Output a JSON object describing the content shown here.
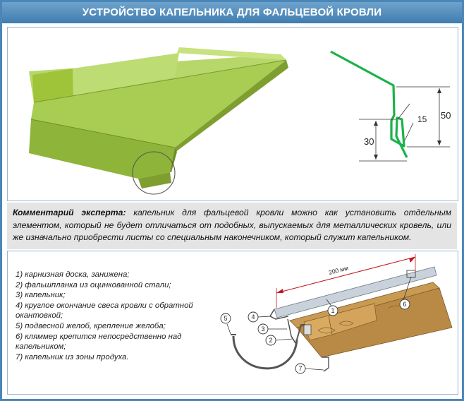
{
  "header": {
    "title": "УСТРОЙСТВО КАПЕЛЬНИКА ДЛЯ ФАЛЬЦЕВОЙ КРОВЛИ"
  },
  "profile": {
    "dim_50": "50",
    "dim_15": "15",
    "dim_30": "30"
  },
  "comment": {
    "lead": "Комментарий эксперта:",
    "text": " капельник для фальцевой кровли можно как установить отдельным элементом, который не будет отличаться от подобных, выпускаемых для металлических кровель, или же изначально приобрести листы со специальным наконечником, который служит капельником."
  },
  "legend": [
    "1) карнизная доска, занижена;",
    "2) фальшпланка из оцинкованной стали;",
    "3) капельник;",
    "4) круглое окончание свеса кровли с обратной окантовкой;",
    "5) подвесной желоб, крепление желоба;",
    "6) кляммер крепится непосредственно над капельником;",
    "7) капельник из зоны продуха."
  ],
  "section": {
    "dim_label": "200 мм",
    "callouts": [
      "1",
      "2",
      "3",
      "4",
      "5",
      "6",
      "7"
    ]
  },
  "colors": {
    "header": "#4a86b8",
    "metal": "#9fc43a",
    "profile_line": "#1bb24a",
    "wood": "#c99b52"
  }
}
